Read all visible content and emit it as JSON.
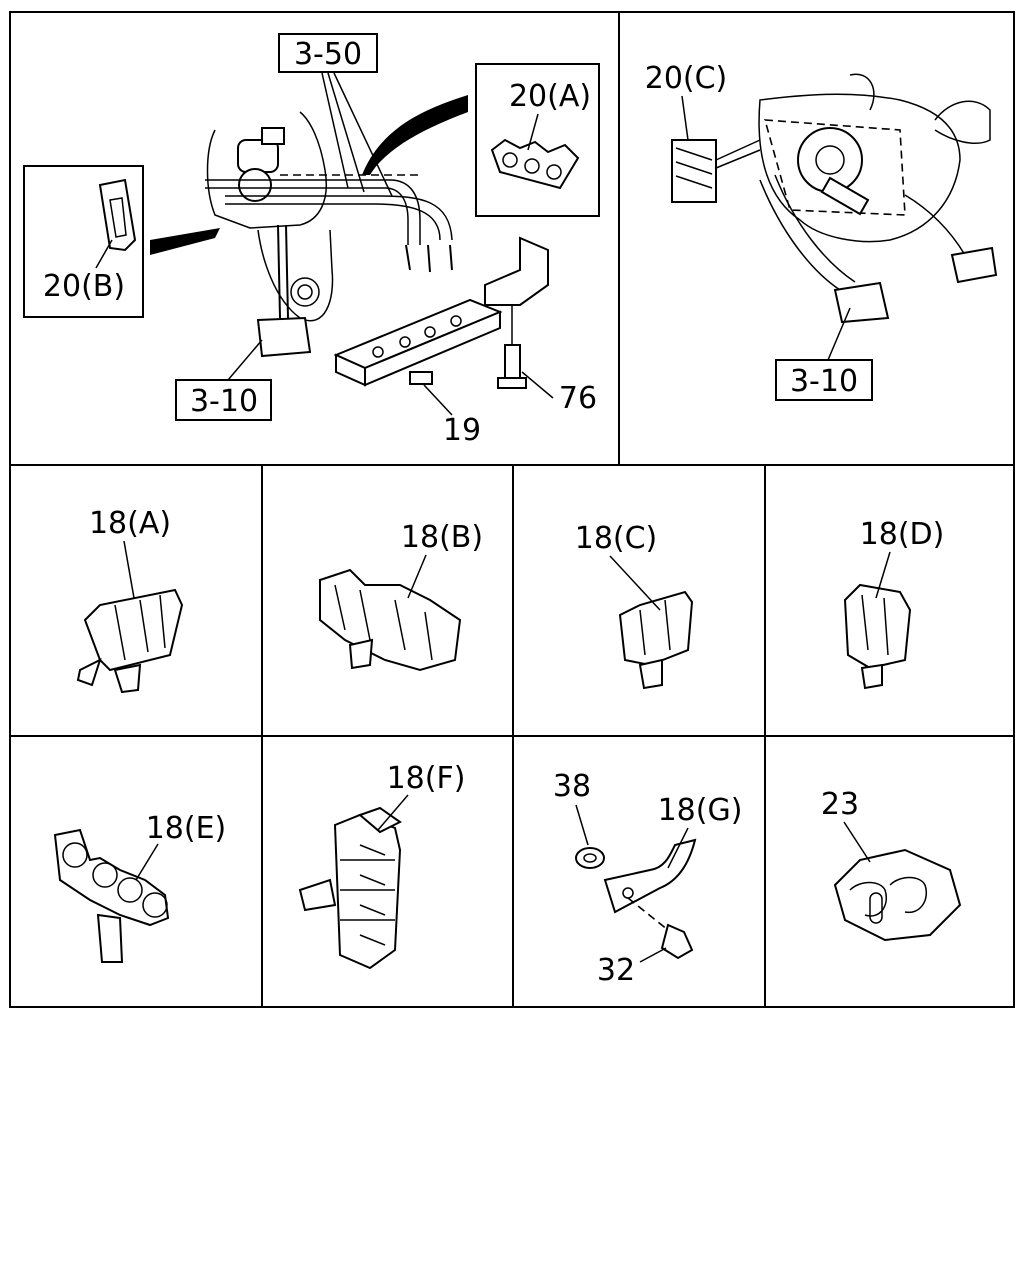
{
  "labels": {
    "ref_3_50": "3-50",
    "ref_3_10_left": "3-10",
    "ref_3_10_right": "3-10",
    "p20a": "20(A)",
    "p20b": "20(B)",
    "p20c": "20(C)",
    "p76": "76",
    "p19": "19",
    "p18a": "18(A)",
    "p18b": "18(B)",
    "p18c": "18(C)",
    "p18d": "18(D)",
    "p18e": "18(E)",
    "p18f": "18(F)",
    "p18g": "18(G)",
    "p38": "38",
    "p32": "32",
    "p23": "23"
  }
}
